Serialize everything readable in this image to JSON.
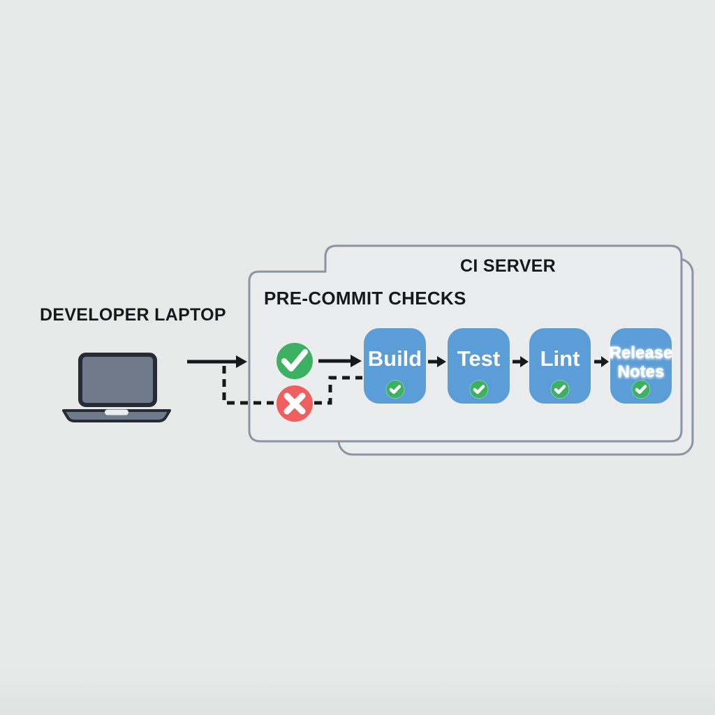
{
  "diagram": {
    "developer_laptop_label": "DEVELOPER LAPTOP",
    "pre_commit_panel": {
      "title": "PRE-COMMIT CHECKS",
      "pass_icon": "check-circle",
      "fail_icon": "x-circle"
    },
    "ci_server_panel": {
      "title": "CI SERVER"
    },
    "stages": [
      {
        "label": "Build",
        "status_icon": "check-circle"
      },
      {
        "label": "Test",
        "status_icon": "check-circle"
      },
      {
        "label": "Lint",
        "status_icon": "check-circle"
      },
      {
        "label": "Release Notes",
        "status_icon": "check-circle"
      }
    ],
    "colors": {
      "background": "#e8e9e9",
      "panel_fill": "#ebecee",
      "panel_border": "#8b95a1",
      "stage_blue": "#5b9dd6",
      "success_green": "#3db162",
      "fail_red": "#f05f5f",
      "line_black": "#17181a",
      "laptop_fill": "#6f7a8b",
      "laptop_outline": "#272c34"
    }
  }
}
